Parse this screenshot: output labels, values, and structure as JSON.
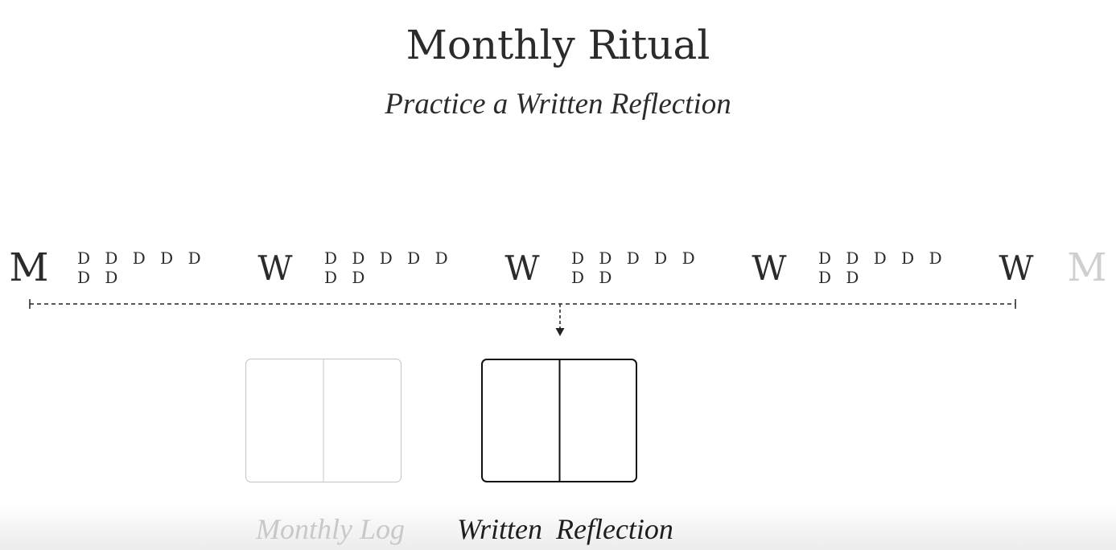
{
  "title": "Monthly Ritual",
  "subtitle": "Practice a Written Reflection",
  "timeline": {
    "marks": [
      {
        "text": "M"
      },
      {
        "text": "D D D D D D D"
      },
      {
        "text": "W"
      },
      {
        "text": "D D D D D D D"
      },
      {
        "text": "W"
      },
      {
        "text": "D D D D D D D"
      },
      {
        "text": "W"
      },
      {
        "text": "D D D D D D D"
      },
      {
        "text": "W"
      },
      {
        "text": "M"
      }
    ]
  },
  "notebooks": [
    {
      "label": "Monthly Log",
      "state": "faded"
    },
    {
      "label": "Written Reflection",
      "state": "active"
    }
  ],
  "colors": {
    "ink": "#2b2b2b",
    "faded": "#c8c8c8",
    "active_border": "#111111",
    "background": "#ffffff"
  }
}
